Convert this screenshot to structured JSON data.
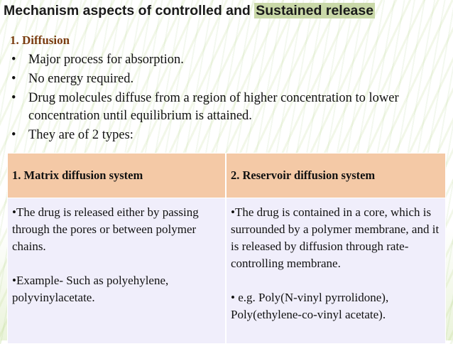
{
  "slide": {
    "title_part1": "Mechanism aspects of controlled and ",
    "title_highlight": "Sustained release",
    "section_heading": "1.  Diffusion",
    "bullet_symbol": "•",
    "bullets": [
      "Major process for absorption.",
      "No energy required.",
      "Drug molecules diffuse from a region of higher concentration to lower concentration until equilibrium is attained.",
      "They are of 2 types:"
    ]
  },
  "table": {
    "headers": [
      "1. Matrix diffusion system",
      "2. Reservoir diffusion system"
    ],
    "matrix": {
      "desc": "•The drug is released either by passing through the pores or between polymer chains.",
      "example": "•Example- Such as polyehylene, polyvinylacetate."
    },
    "reservoir": {
      "desc": "•The drug is contained in a core, which is surrounded by a polymer membrane, and it is released by diffusion through rate- controlling membrane.",
      "example": "• e.g. Poly(N-vinyl pyrrolidone), Poly(ethylene-co-vinyl acetate)."
    }
  },
  "colors": {
    "header_fill": "#f4c9a6",
    "body_fill": "#f0eefb",
    "title_highlight": "#c9d8a8",
    "section_heading": "#7a3b10",
    "background_streaks": "#8cbe32"
  }
}
